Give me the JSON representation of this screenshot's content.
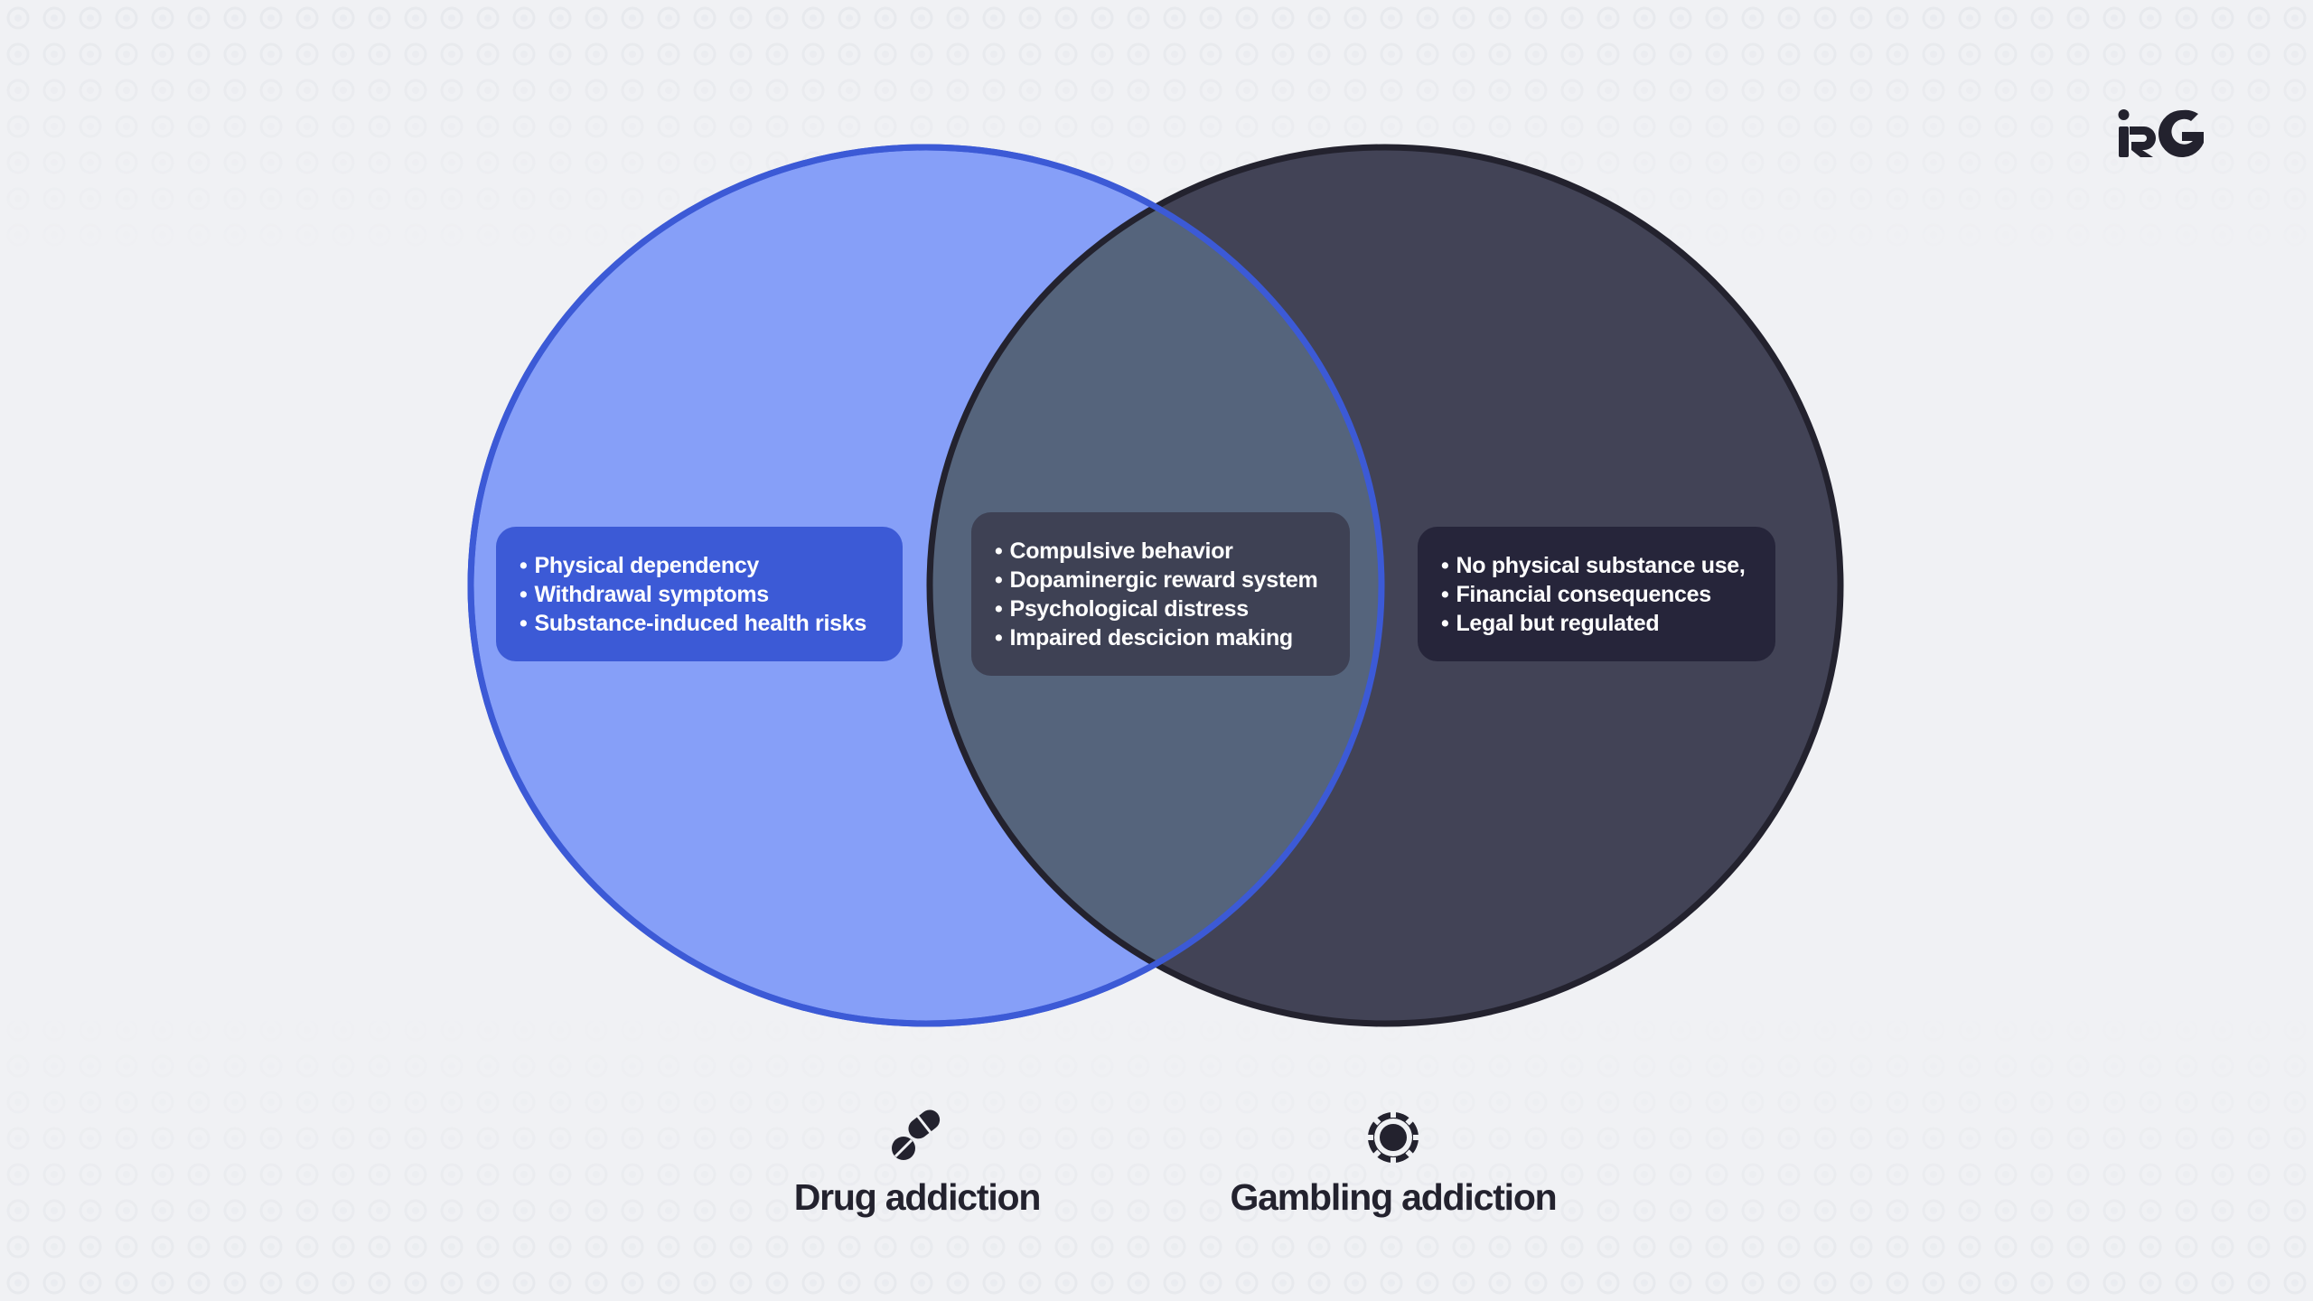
{
  "logo": {
    "text": "RG"
  },
  "diagram": {
    "type": "venn",
    "colors": {
      "left_circle_fill": "#869ff8",
      "left_circle_stroke": "#3c5ad6",
      "right_circle_fill": "#424356",
      "right_circle_stroke": "#23222e",
      "overlap_fill": "#55647c",
      "left_box": "#3c5ad6",
      "center_box": "#3e4154",
      "right_box": "#26253a",
      "caption_text": "#23222e",
      "background": "#f0f1f4"
    },
    "left": {
      "label": "Drug addiction",
      "icon": "pills-icon",
      "items": [
        "Physical dependency",
        "Withdrawal symptoms",
        "Substance-induced health risks"
      ]
    },
    "overlap": {
      "items": [
        "Compulsive behavior",
        "Dopaminergic reward system",
        "Psychological distress",
        "Impaired descicion making"
      ]
    },
    "right": {
      "label": "Gambling addiction",
      "icon": "casino-chip-icon",
      "items": [
        "No physical substance use,",
        "Financial consequences",
        "Legal but regulated"
      ]
    }
  }
}
